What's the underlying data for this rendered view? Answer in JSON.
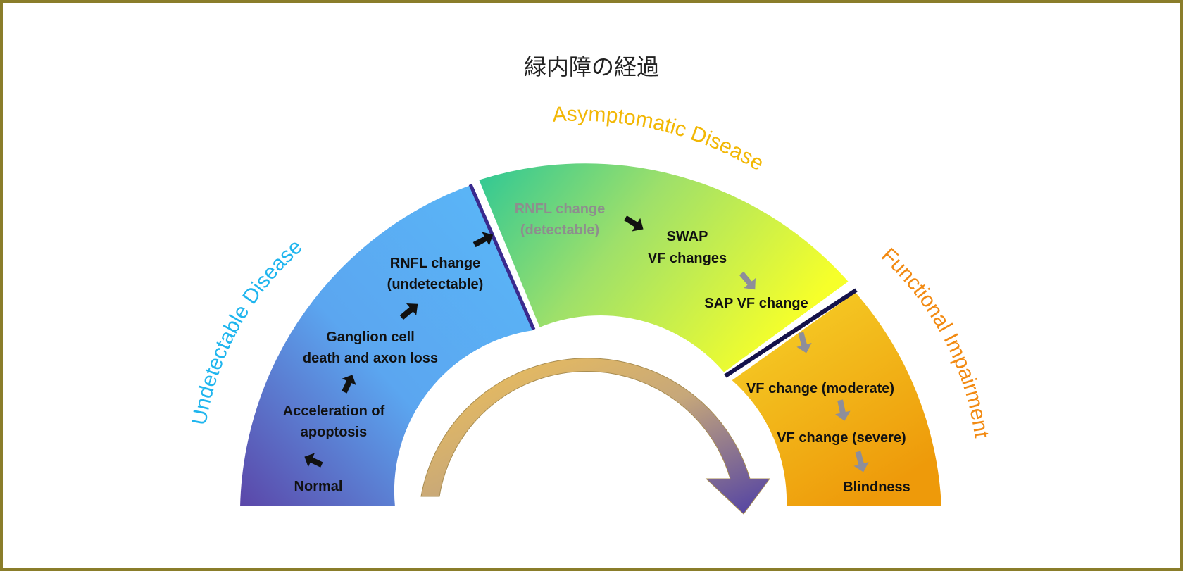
{
  "title": "緑内障の経過",
  "colors": {
    "border": "#8a7d2a",
    "undetectable_title": "#1fb5ee",
    "asymptomatic_title": "#f2b705",
    "functional_title": "#f28a12"
  },
  "stages": {
    "undetectable": {
      "title": "Undetectable Disease",
      "steps": [
        {
          "lines": [
            "Normal"
          ]
        },
        {
          "lines": [
            "Acceleration of",
            "apoptosis"
          ]
        },
        {
          "lines": [
            "Ganglion cell",
            "death and axon loss"
          ]
        },
        {
          "lines": [
            "RNFL change",
            "(undetectable)"
          ]
        }
      ]
    },
    "asymptomatic": {
      "title": "Asymptomatic Disease",
      "steps": [
        {
          "lines": [
            "RNFL change",
            "(detectable)"
          ]
        },
        {
          "lines": [
            "SWAP",
            "VF changes"
          ]
        },
        {
          "lines": [
            "SAP VF change"
          ]
        }
      ]
    },
    "functional": {
      "title": "Functional Impairment",
      "steps": [
        {
          "lines": [
            "VF change (moderate)"
          ]
        },
        {
          "lines": [
            "VF change (severe)"
          ]
        },
        {
          "lines": [
            "Blindness"
          ]
        }
      ]
    }
  },
  "icons": {
    "progress_arrow": "curved-progression-arrow-icon",
    "step_arrow": "step-arrow-icon"
  }
}
